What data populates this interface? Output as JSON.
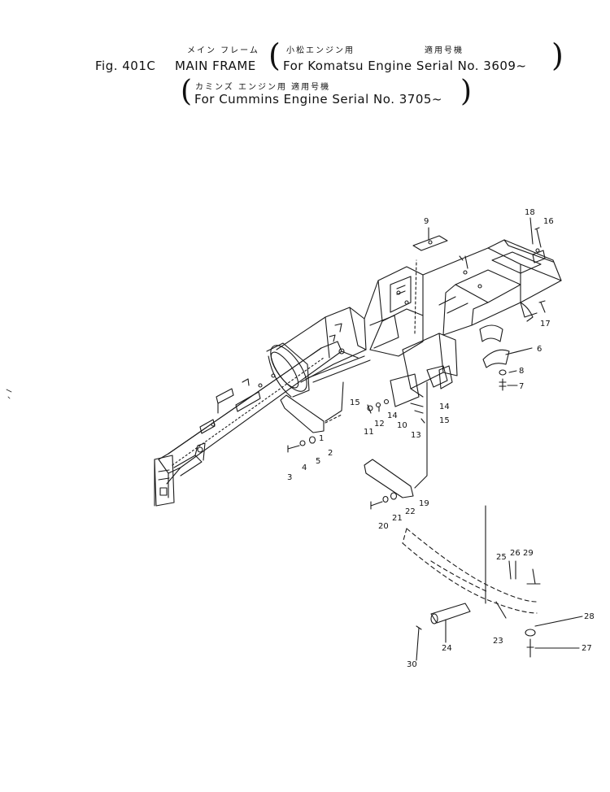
{
  "title": {
    "fig": "Fig. 401C",
    "name_jp": "メイン フレーム",
    "name_en": "MAIN FRAME",
    "komatsu_jp": "小松エンジン用",
    "komatsu_jp_serial": "適用号機",
    "komatsu_en": "For Komatsu Engine Serial No. 3609~",
    "cummins_jp": "カミンズ エンジン用 適用号機",
    "cummins_en": "For Cummins Engine Serial No.  3705~"
  },
  "callouts": [
    "1",
    "2",
    "3",
    "4",
    "5",
    "6",
    "7",
    "8",
    "9",
    "10",
    "11",
    "12",
    "13",
    "14",
    "14",
    "15",
    "15",
    "16",
    "17",
    "18",
    "19",
    "20",
    "21",
    "22",
    "23",
    "24",
    "25",
    "26",
    "29",
    "27",
    "28",
    "30"
  ]
}
